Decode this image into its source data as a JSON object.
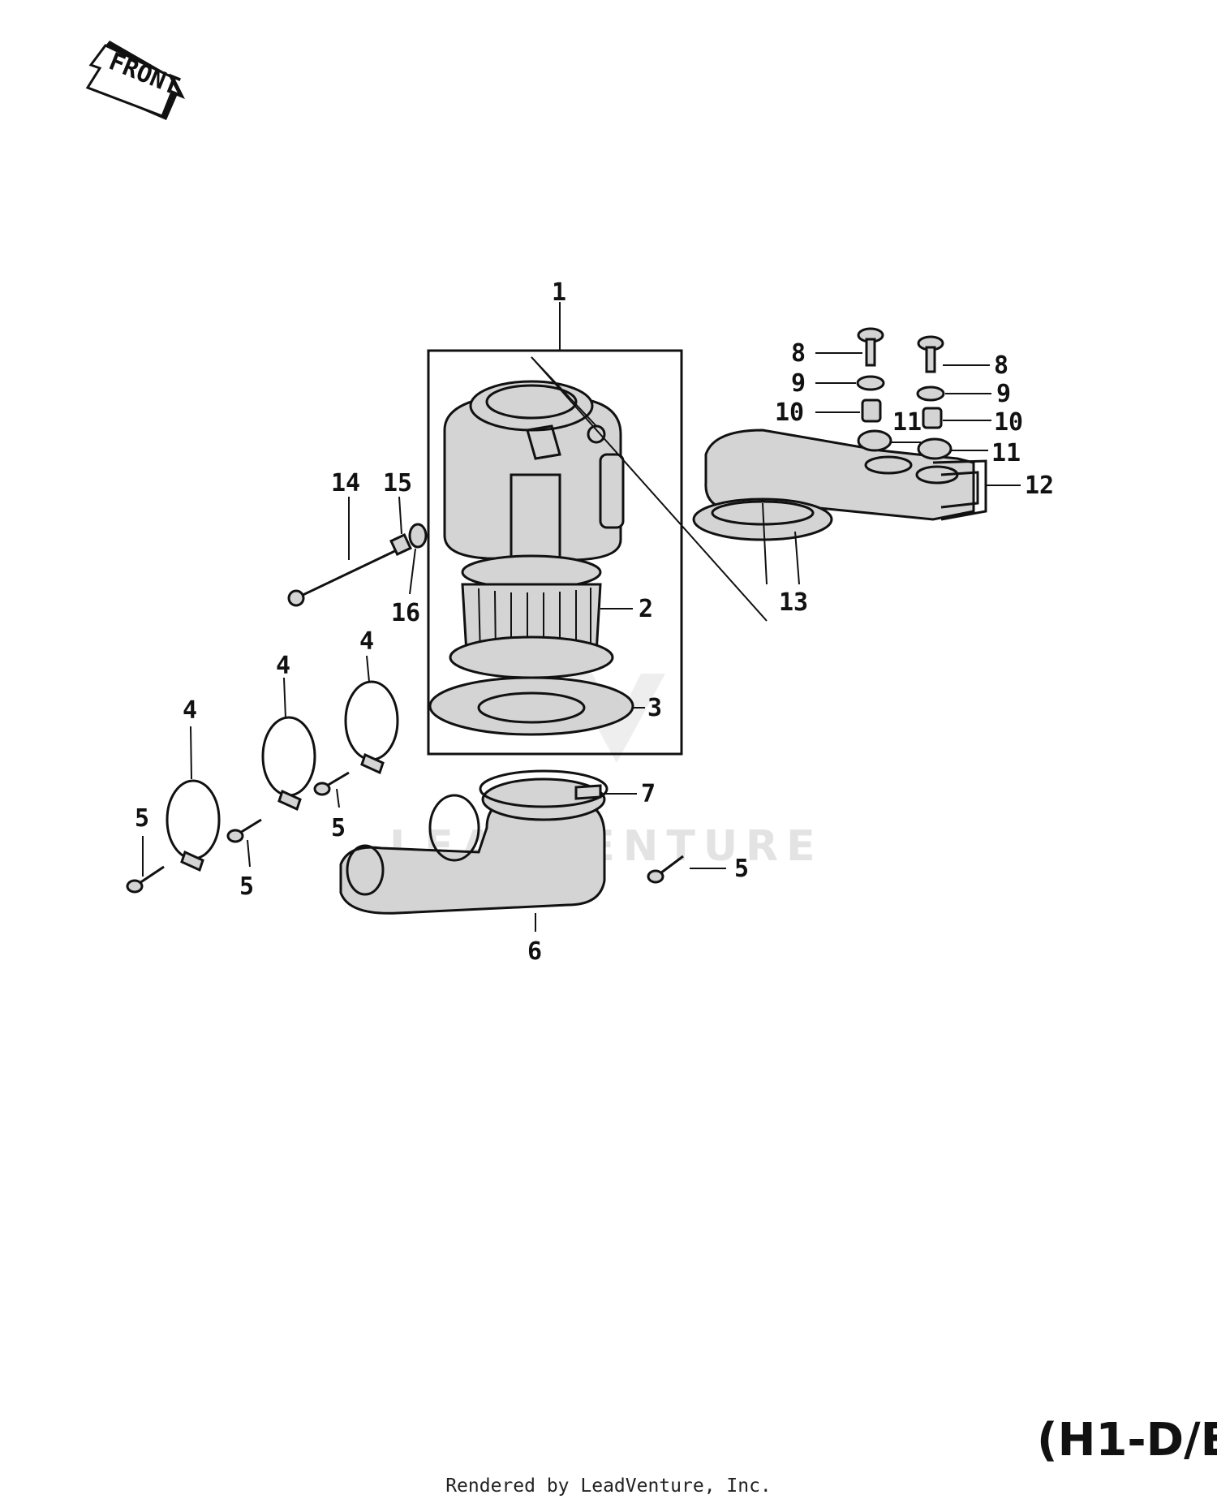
{
  "front_badge": "FRONT",
  "watermark": "LEADVENTURE",
  "diagram_code": "(H1-D/E",
  "credit": "Rendered by LeadVenture, Inc.",
  "callouts": {
    "c1": "1",
    "c2": "2",
    "c3": "3",
    "c4a": "4",
    "c4b": "4",
    "c4c": "4",
    "c5a": "5",
    "c5b": "5",
    "c5c": "5",
    "c5d": "5",
    "c6": "6",
    "c7": "7",
    "c8a": "8",
    "c8b": "8",
    "c9a": "9",
    "c9b": "9",
    "c10a": "10",
    "c10b": "10",
    "c11a": "11",
    "c11b": "11",
    "c12": "12",
    "c13": "13",
    "c14": "14",
    "c15": "15",
    "c16": "16"
  }
}
